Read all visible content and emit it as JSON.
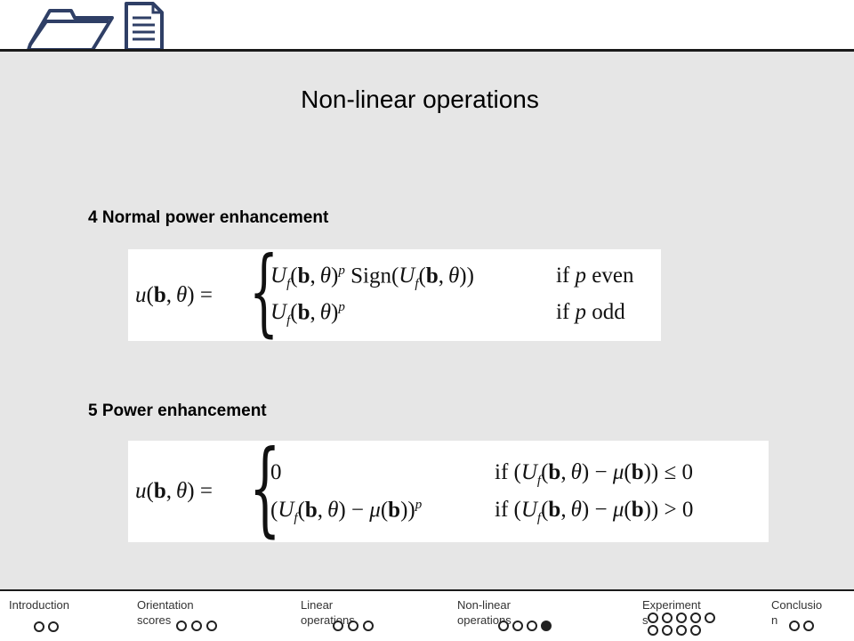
{
  "slide": {
    "title": "Non-linear operations",
    "sections": [
      {
        "heading": "4 Normal power enhancement",
        "formula": {
          "lhs": "u(b, θ) =",
          "cases": [
            {
              "expr": "U_f(b, θ)^p Sign(U_f(b, θ))",
              "condition": "if p even"
            },
            {
              "expr": "U_f(b, θ)^p",
              "condition": "if p odd"
            }
          ]
        }
      },
      {
        "heading": "5 Power enhancement",
        "formula": {
          "lhs": "u(b, θ) =",
          "cases": [
            {
              "expr": "0",
              "condition": "if (U_f(b, θ) − μ(b)) ≤ 0"
            },
            {
              "expr": "(U_f(b, θ) − μ(b))^p",
              "condition": "if (U_f(b, θ) − μ(b)) > 0"
            }
          ]
        }
      }
    ]
  },
  "header": {
    "logo_icon": "folder-document-icon"
  },
  "nav": {
    "sections": [
      {
        "label": "Introduction",
        "dots": [
          false,
          false
        ]
      },
      {
        "label": "Orientation\nscores",
        "dots": [
          false,
          false,
          false
        ]
      },
      {
        "label": "Linear\noperations",
        "dots": [
          false,
          false,
          false
        ]
      },
      {
        "label": "Non-linear\noperations",
        "dots": [
          false,
          false,
          false,
          true
        ]
      },
      {
        "label": "Experiment\ns",
        "dots": [
          false,
          false,
          false,
          false,
          false,
          false,
          false,
          false,
          false
        ]
      },
      {
        "label": "Conclusio\nn",
        "dots": [
          false,
          false
        ]
      }
    ]
  },
  "colors": {
    "content_background": "#e6e6e6",
    "rule": "#1a1a1a",
    "formula_background": "#ffffff",
    "logo_stroke": "#2f3f66"
  }
}
